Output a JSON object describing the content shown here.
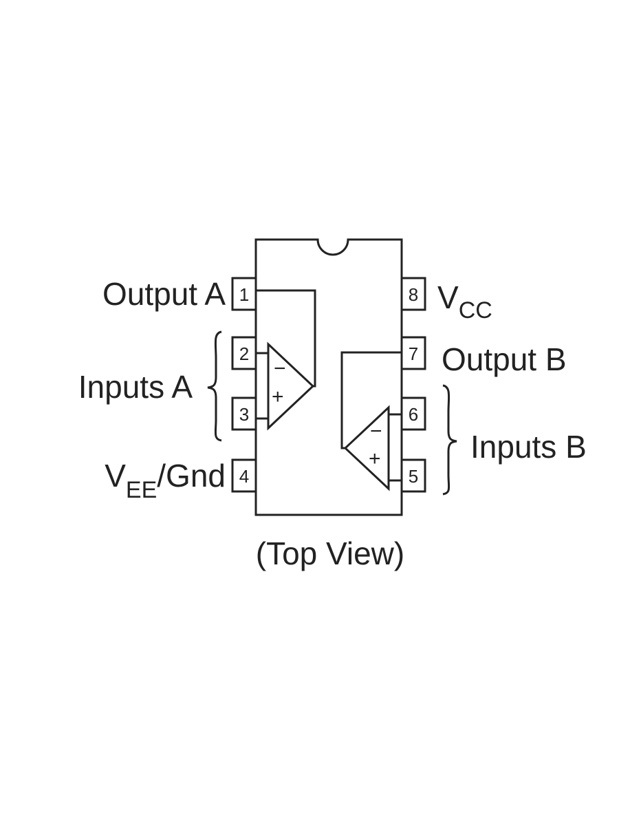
{
  "pins": {
    "p1": "1",
    "p2": "2",
    "p3": "3",
    "p4": "4",
    "p5": "5",
    "p6": "6",
    "p7": "7",
    "p8": "8"
  },
  "labels": {
    "output_a": "Output A",
    "inputs_a": "Inputs A",
    "vee_main": "V",
    "vee_sub": "EE",
    "vee_suffix": "/Gnd",
    "vcc_main": "V",
    "vcc_sub": "CC",
    "output_b": "Output B",
    "inputs_b": "Inputs B",
    "view": "(Top View)"
  },
  "opamp_signs": {
    "minus": "−",
    "plus": "+"
  }
}
